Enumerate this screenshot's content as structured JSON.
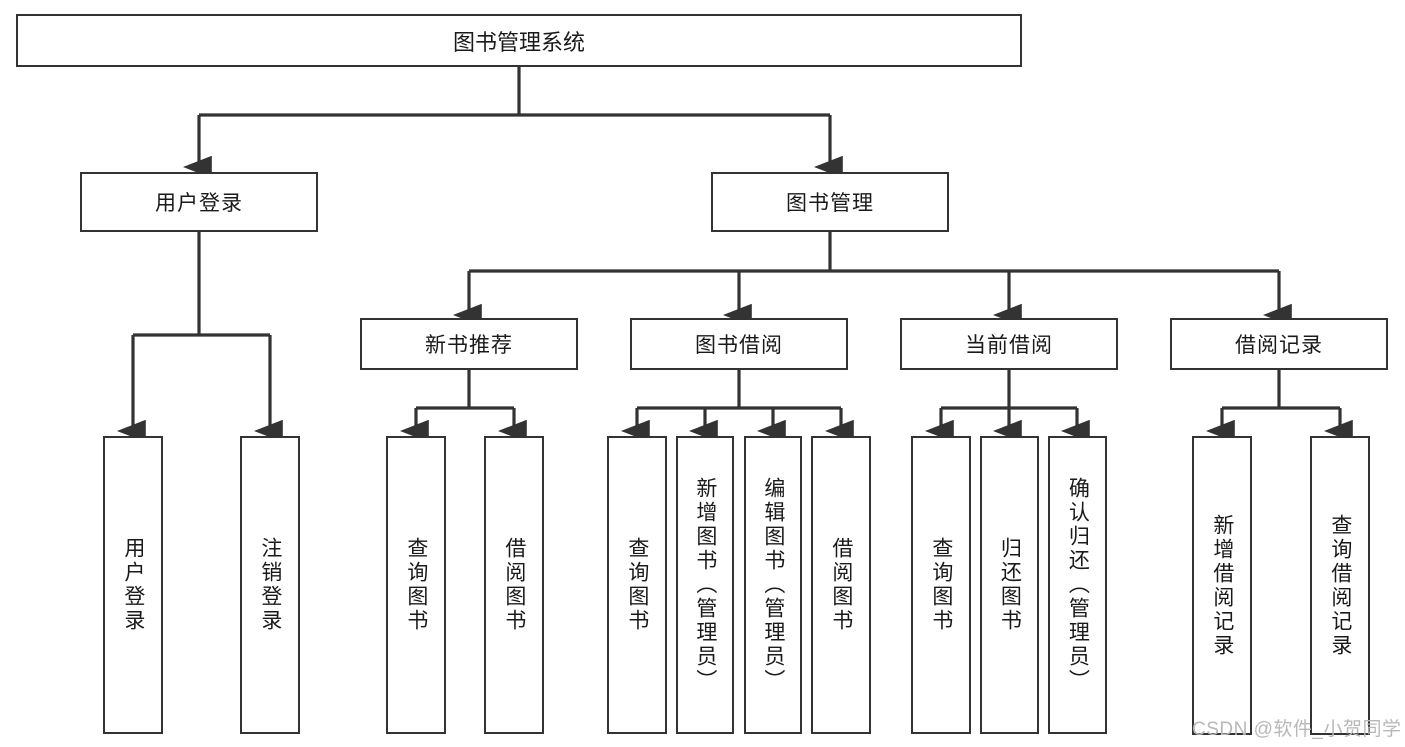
{
  "diagram": {
    "title": "图书管理系统",
    "type": "tree-hierarchy",
    "root": {
      "label": "图书管理系统"
    },
    "level1": [
      {
        "label": "用户登录"
      },
      {
        "label": "图书管理"
      }
    ],
    "level2": [
      {
        "label": "新书推荐"
      },
      {
        "label": "图书借阅"
      },
      {
        "label": "当前借阅"
      },
      {
        "label": "借阅记录"
      }
    ],
    "leaves": {
      "user_login": [
        {
          "label": "用户登录"
        },
        {
          "label": "注销登录"
        }
      ],
      "new_book_recommend": [
        {
          "label": "查询图书"
        },
        {
          "label": "借阅图书"
        }
      ],
      "book_borrow": [
        {
          "label": "查询图书"
        },
        {
          "label": "新增图书（管理员）"
        },
        {
          "label": "编辑图书（管理员）"
        },
        {
          "label": "借阅图书"
        }
      ],
      "current_borrow": [
        {
          "label": "查询图书"
        },
        {
          "label": "归还图书"
        },
        {
          "label": "确认归还（管理员）"
        }
      ],
      "borrow_record": [
        {
          "label": "新增借阅记录"
        },
        {
          "label": "查询借阅记录"
        }
      ]
    }
  },
  "watermark": {
    "text": "CSDN @软件_小贺同学"
  },
  "colors": {
    "border": "#333333",
    "background": "#ffffff",
    "text": "#1a1a1a",
    "watermark": "#b8b8b8"
  }
}
